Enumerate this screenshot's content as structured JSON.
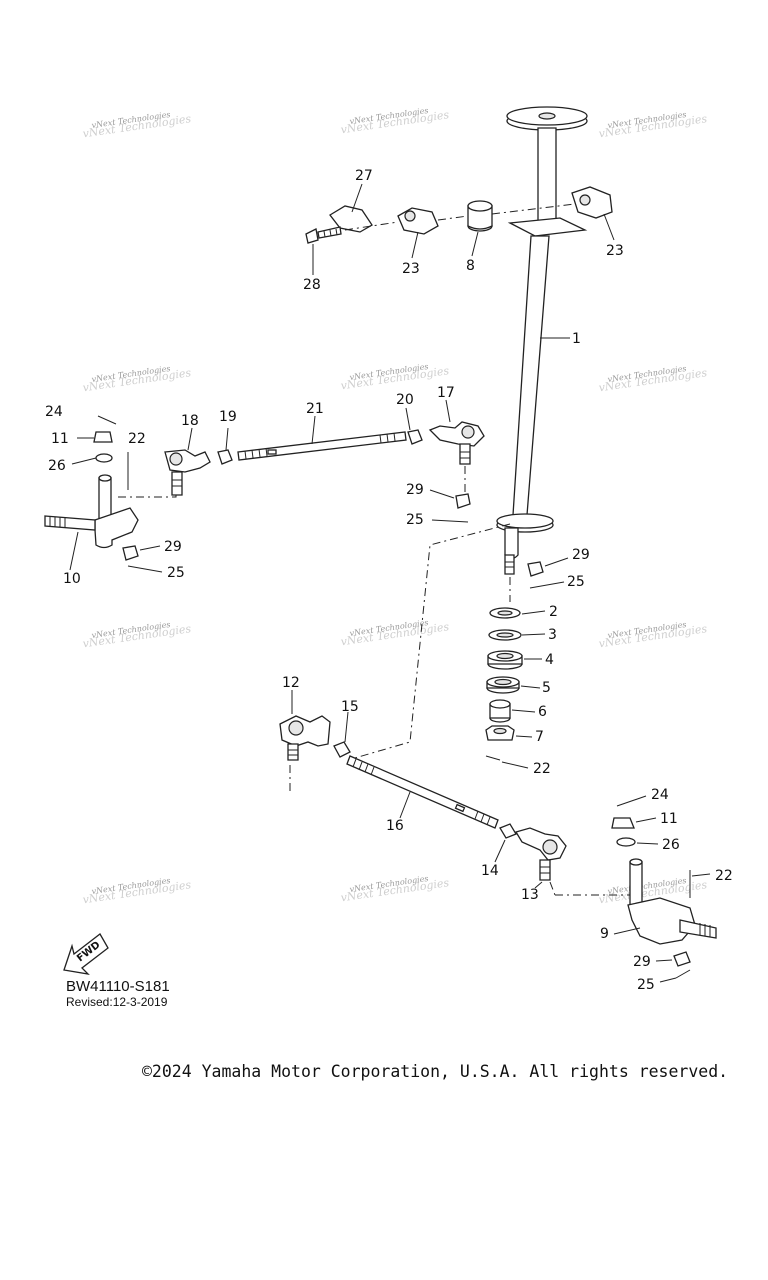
{
  "diagram": {
    "code": "BW41110-S181",
    "revised": "Revised:12-3-2019",
    "copyright": "©2024 Yamaha Motor Corporation, U.S.A. All rights reserved.",
    "fwd_label": "FWD",
    "watermark": "vNext Technologies",
    "callouts": {
      "c1": "1",
      "c2": "2",
      "c3": "3",
      "c4": "4",
      "c5": "5",
      "c6": "6",
      "c7": "7",
      "c8": "8",
      "c9": "9",
      "c10": "10",
      "c11a": "11",
      "c11b": "11",
      "c12": "12",
      "c13": "13",
      "c14": "14",
      "c15": "15",
      "c16": "16",
      "c17": "17",
      "c18": "18",
      "c19": "19",
      "c20": "20",
      "c21": "21",
      "c22a": "22",
      "c22b": "22",
      "c22c": "22",
      "c23a": "23",
      "c23b": "23",
      "c24a": "24",
      "c24b": "24",
      "c25a": "25",
      "c25b": "25",
      "c25c": "25",
      "c25d": "25",
      "c26a": "26",
      "c26b": "26",
      "c27": "27",
      "c28": "28",
      "c29a": "29",
      "c29b": "29",
      "c29c": "29",
      "c29d": "29"
    }
  }
}
